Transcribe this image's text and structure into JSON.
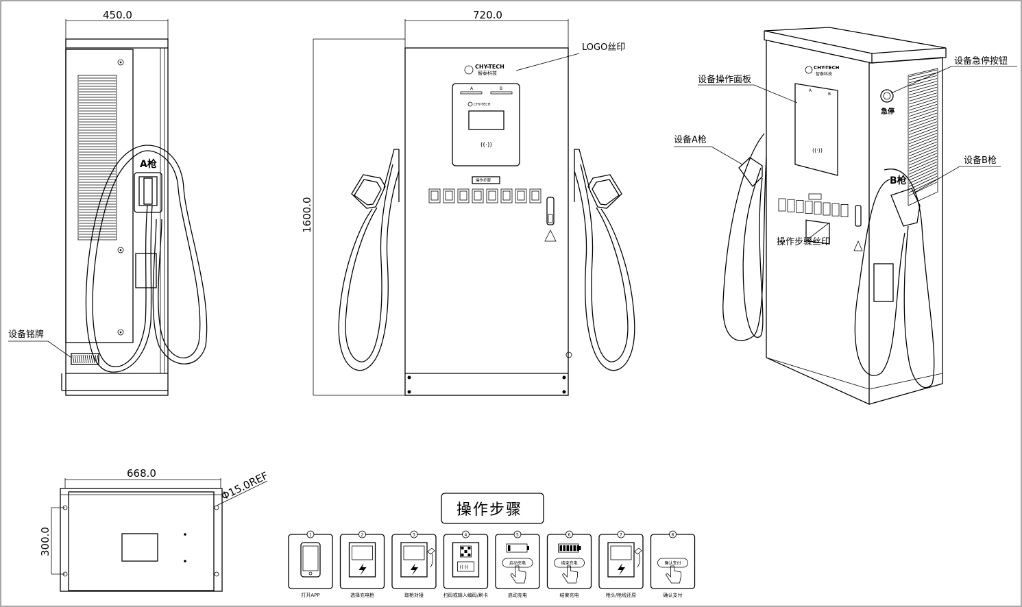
{
  "dimensions": {
    "side_width": "450.0",
    "front_width": "720.0",
    "height": "1600.0",
    "top_width": "668.0",
    "top_depth": "300.0",
    "hole": "Φ15.0REF"
  },
  "labels": {
    "nameplate": "设备铭牌",
    "logo_print": "LOGO丝印",
    "operation_panel": "设备操作面板",
    "emergency_stop": "设备急停按钮",
    "gun_a": "设备A枪",
    "gun_b": "设备B枪",
    "steps_print": "操作步骤丝印"
  },
  "gun_tags": {
    "a": "A枪",
    "b": "B枪"
  },
  "brand": {
    "name_en": "CHY-TECH",
    "name_cn": "智泰科技"
  },
  "panel": {
    "slot_a": "A",
    "slot_b": "B",
    "steps_title": "操作步骤",
    "estop": "急停"
  },
  "steps": {
    "title": "操作步骤",
    "items": [
      {
        "num": "1",
        "caption": "打开APP"
      },
      {
        "num": "2",
        "caption": "选择充电枪"
      },
      {
        "num": "3",
        "caption": "取枪对接"
      },
      {
        "num": "4",
        "caption": "扫码或输入编码/刷卡"
      },
      {
        "num": "5",
        "caption": "启动充电",
        "button": "启动充电"
      },
      {
        "num": "6",
        "caption": "结束充电",
        "button": "结束充电"
      },
      {
        "num": "7",
        "caption": "枪头/枪线还原"
      },
      {
        "num": "8",
        "caption": "确认支付",
        "button": "确认支付"
      }
    ]
  }
}
